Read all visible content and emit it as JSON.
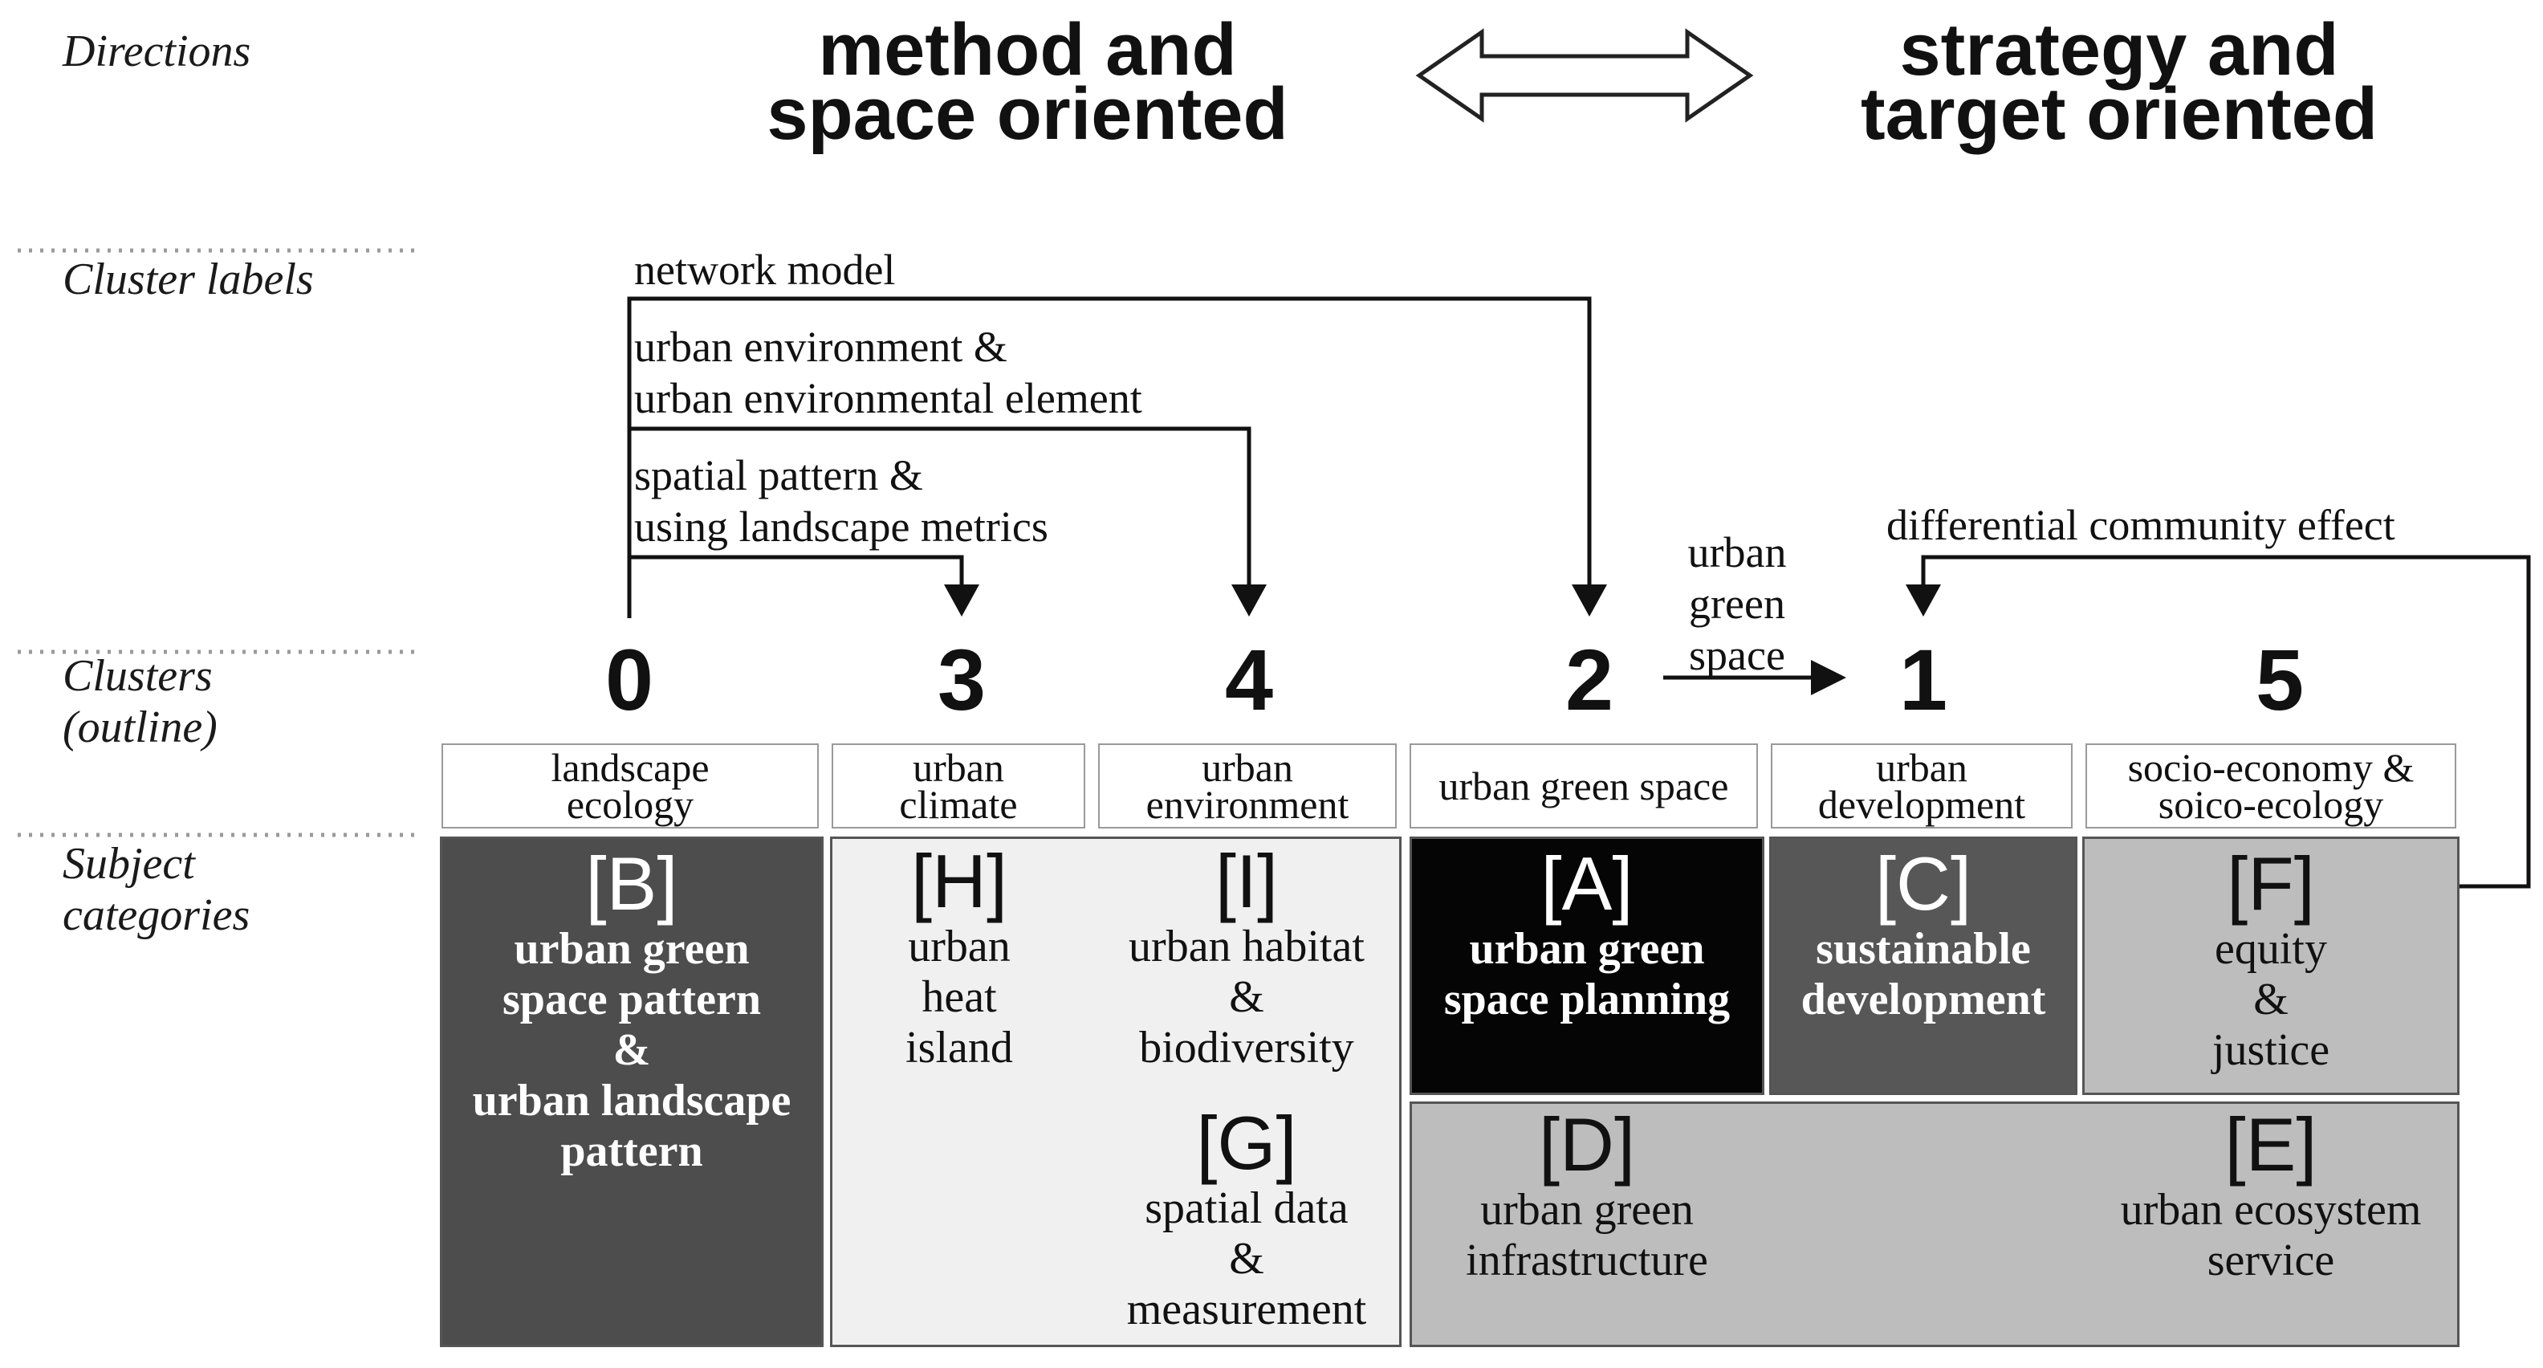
{
  "row_labels": {
    "directions": "Directions",
    "cluster_labels": "Cluster labels",
    "clusters": "Clusters\n(outline)",
    "subject_categories": "Subject\ncategories"
  },
  "directions": {
    "left": "method and\nspace oriented",
    "right": "strategy and\ntarget oriented"
  },
  "cluster_labels": {
    "network_model": "network model",
    "urban_environment": "urban environment &\nurban environmental element",
    "spatial_pattern": "spatial pattern &\nusing landscape metrics",
    "urban_green_space": "urban\ngreen\nspace",
    "differential_community_effect": "differential community effect"
  },
  "clusters": [
    {
      "number": "0",
      "name": "landscape\necology"
    },
    {
      "number": "3",
      "name": "urban\nclimate"
    },
    {
      "number": "4",
      "name": "urban\nenvironment"
    },
    {
      "number": "2",
      "name": "urban green space"
    },
    {
      "number": "1",
      "name": "urban\ndevelopment"
    },
    {
      "number": "5",
      "name": "socio-economy &\nsoico-ecology"
    }
  ],
  "categories": {
    "B": {
      "code": "[B]",
      "label": "urban green\nspace pattern\n&\nurban landscape\npattern",
      "fill": "#4d4d4d",
      "text_color": "#ffffff"
    },
    "H": {
      "code": "[H]",
      "label": "urban\nheat\nisland",
      "fill": "#f0f0f0",
      "text_color": "#111111"
    },
    "I": {
      "code": "[I]",
      "label": "urban habitat\n&\nbiodiversity",
      "fill": "#f0f0f0",
      "text_color": "#111111"
    },
    "G": {
      "code": "[G]",
      "label": "spatial data\n&\nmeasurement",
      "fill": "#f0f0f0",
      "text_color": "#111111"
    },
    "A": {
      "code": "[A]",
      "label": "urban green\nspace planning",
      "fill": "#050505",
      "text_color": "#ffffff"
    },
    "C": {
      "code": "[C]",
      "label": "sustainable\ndevelopment",
      "fill": "#575757",
      "text_color": "#ffffff"
    },
    "F": {
      "code": "[F]",
      "label": "equity\n&\njustice",
      "fill": "#bdbdbd",
      "text_color": "#111111"
    },
    "D": {
      "code": "[D]",
      "label": "urban green\ninfrastructure",
      "fill": "#bdbdbd",
      "text_color": "#111111"
    },
    "E": {
      "code": "[E]",
      "label": "urban ecosystem\nservice",
      "fill": "#bdbdbd",
      "text_color": "#111111"
    }
  },
  "colors": {
    "line": "#111111",
    "dotted_separator": "#9a9a9a",
    "box_border": "#555555"
  }
}
